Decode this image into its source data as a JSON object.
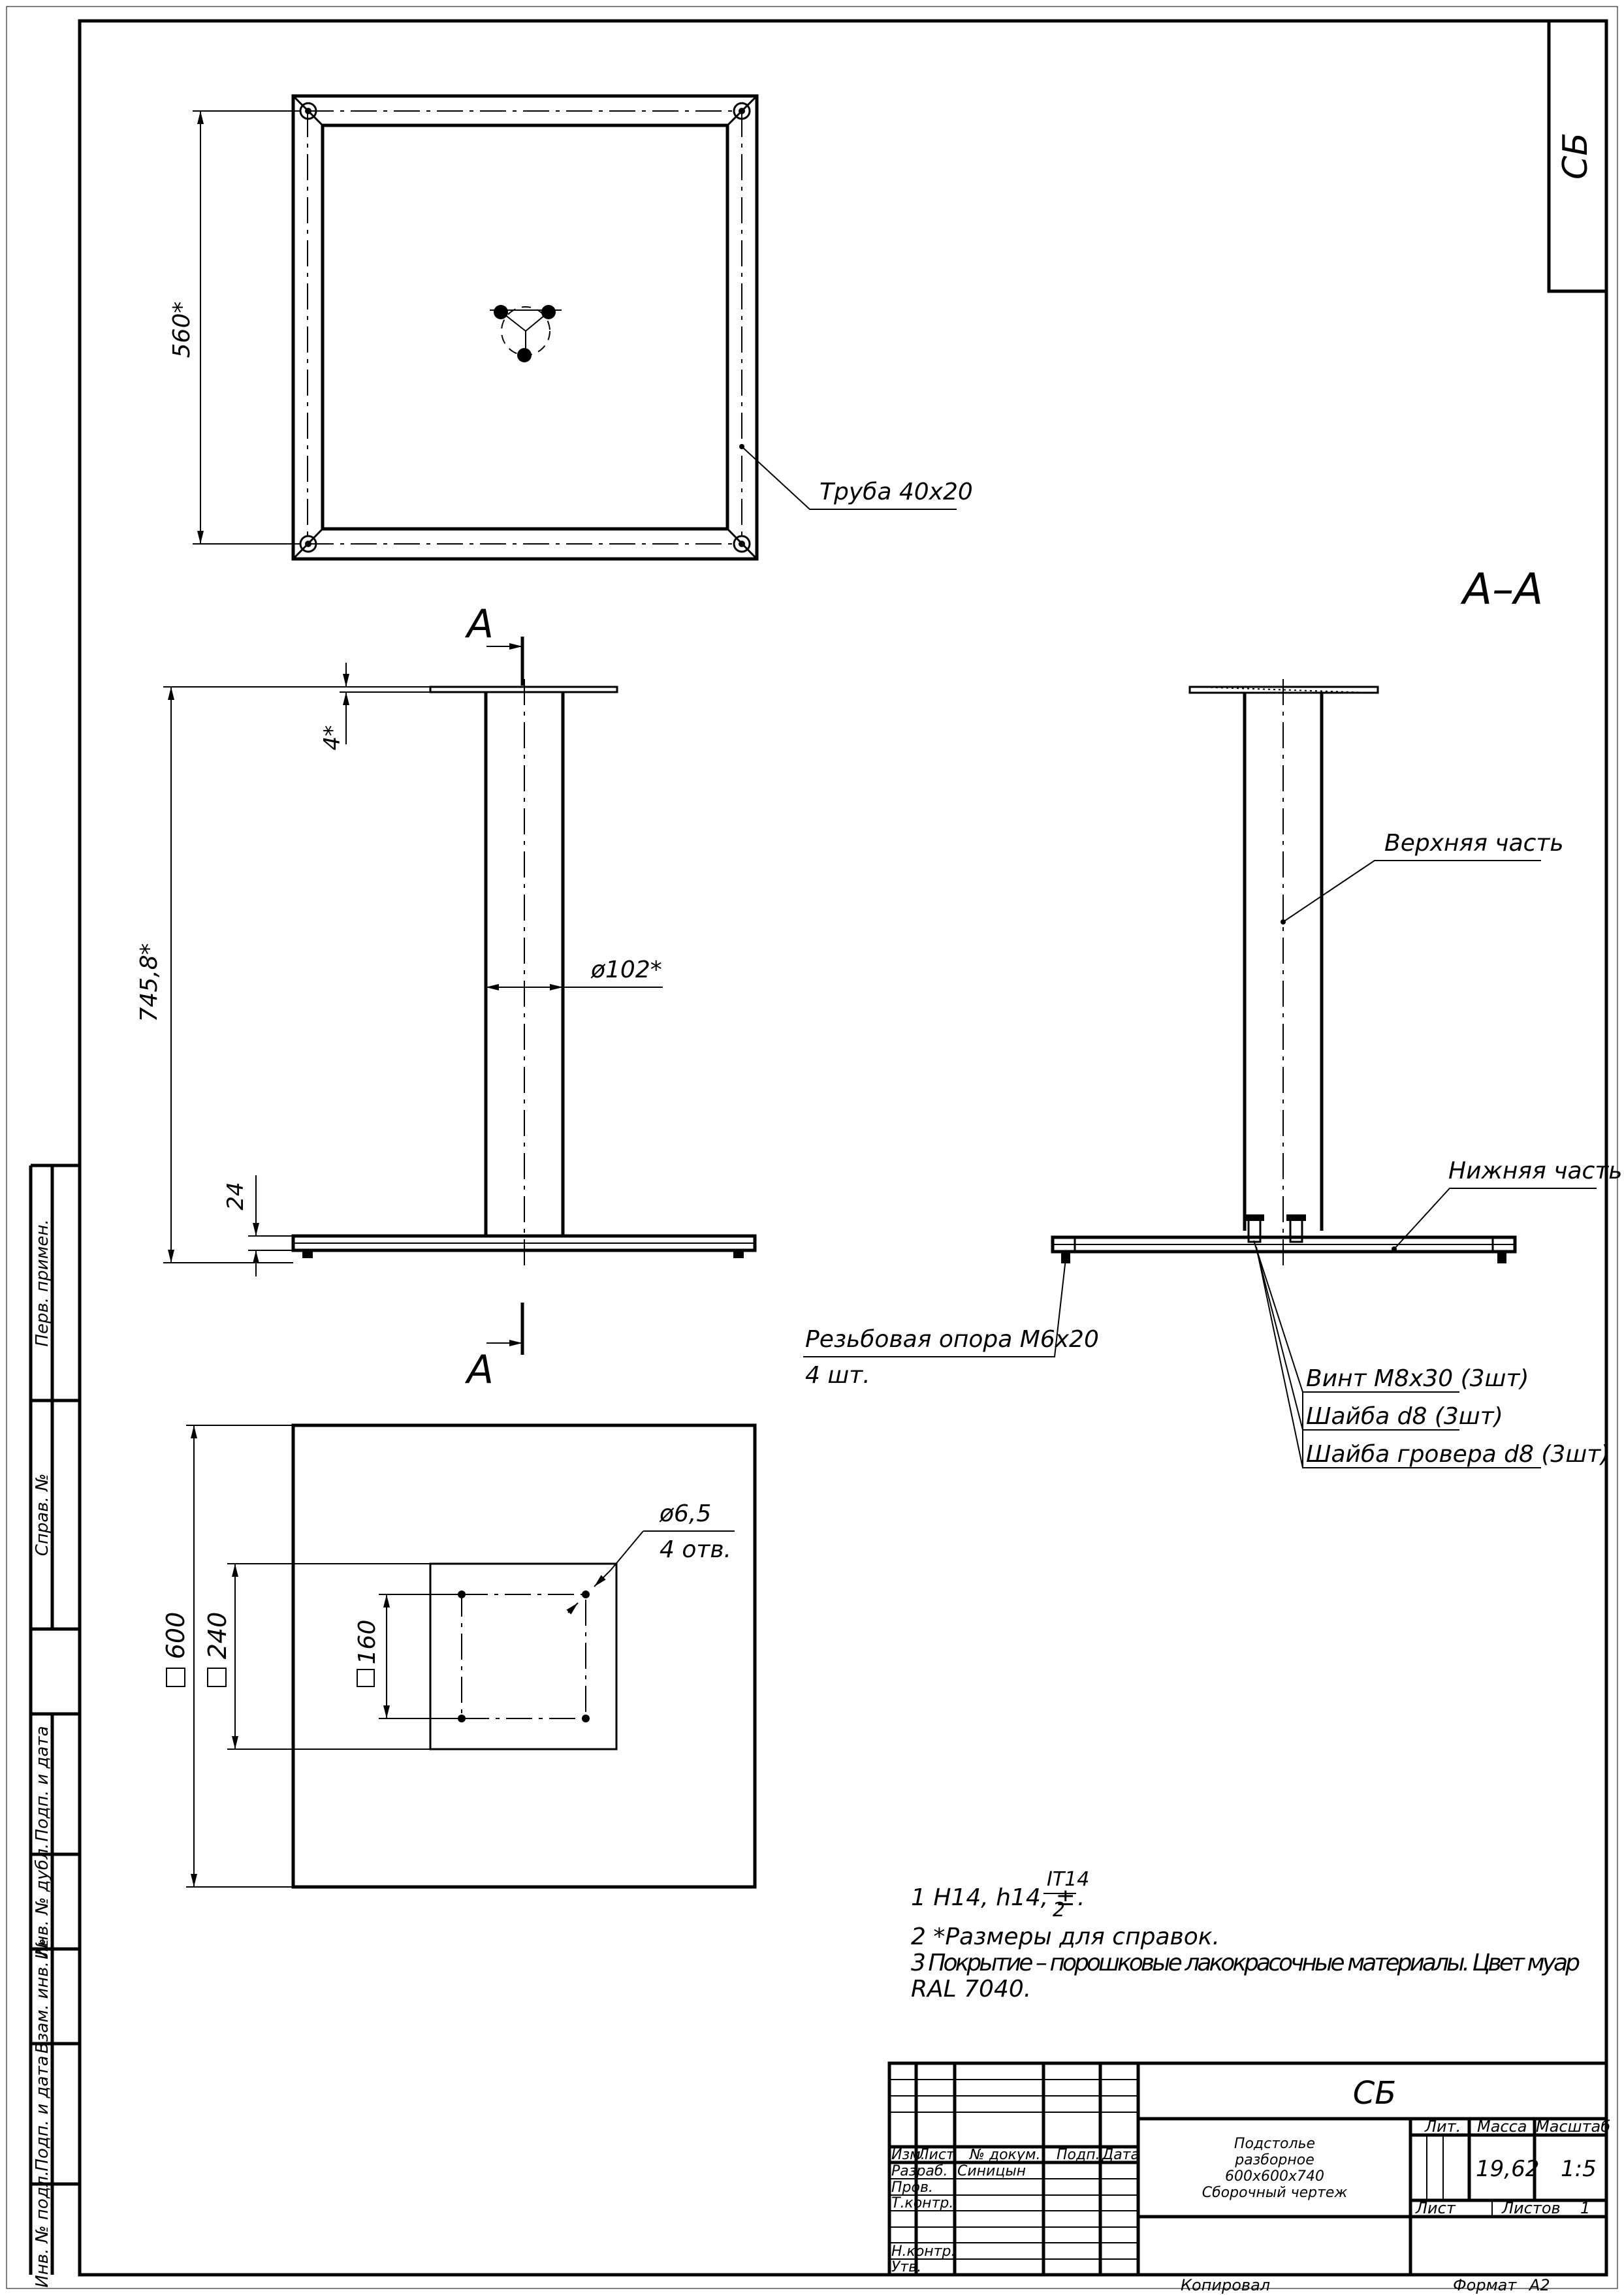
{
  "stamp_top": "СБ",
  "views": {
    "top_frame": {
      "dim_560": "560*",
      "tube_label": "Труба 40х20"
    },
    "front": {
      "cut_letter_top": "А",
      "cut_letter_bottom": "А",
      "dim_4": "4*",
      "dim_height": "745,8*",
      "dim_diameter": "ø102*",
      "dim_24": "24"
    },
    "section": {
      "title": "А–А",
      "upper_part": "Верхняя часть",
      "lower_part": "Нижняя часть",
      "support_line1": "Резьбовая опора М6х20",
      "support_line2": "4 шт.",
      "screw": "Винт М8х30 (3шт)",
      "washer": "Шайба d8 (3шт)",
      "spring_washer": "Шайба гровера d8 (3шт)"
    },
    "base": {
      "dim_600": "600",
      "dim_240": "240",
      "dim_160": "160",
      "hole_dia": "ø6,5",
      "hole_count": "4 отв."
    }
  },
  "notes": {
    "n1_prefix": "1  H14,  h14,  ±",
    "n1_num": "IT14",
    "n1_den": "2",
    "n1_dot": ".",
    "n2": "2  *Размеры для справок.",
    "n3a": "3  Покрытие  –  порошковые  лакокрасочные  материалы.  Цвет  муар",
    "n3b": "RAL  7040."
  },
  "side_strip": {
    "perv_primen": "Перв. примен.",
    "sprav": "Справ. №",
    "podp_data1": "Подп. и дата",
    "inv_dubl": "Инв. № дубл.",
    "vzam_inv": "Взам. инв. №",
    "podp_data2": "Подп. и дата",
    "inv_podl": "Инв. № подл."
  },
  "title_block": {
    "code": "СБ",
    "h_izm": "Изм.",
    "h_list": "Лист",
    "h_ndokum": "№ докум.",
    "h_podp": "Подп.",
    "h_data": "Дата",
    "r_razrab": "Разраб.",
    "r_razrab_name": "Синицын",
    "r_prov": "Пров.",
    "r_tkontr": "Т.контр.",
    "r_nkontr": "Н.контр.",
    "r_utv": "Утв.",
    "name1": "Подстолье",
    "name2": "разборное",
    "name3": "600х600х740",
    "name4": "Сборочный чертеж",
    "h_lit": "Лит.",
    "h_massa": "Масса",
    "h_masshtab": "Масштаб",
    "massa": "19,62",
    "masshtab": "1:5",
    "list": "Лист",
    "listov": "Листов",
    "listov_val": "1",
    "kopiroval": "Копировал",
    "format": "Формат",
    "format_val": "А2"
  }
}
